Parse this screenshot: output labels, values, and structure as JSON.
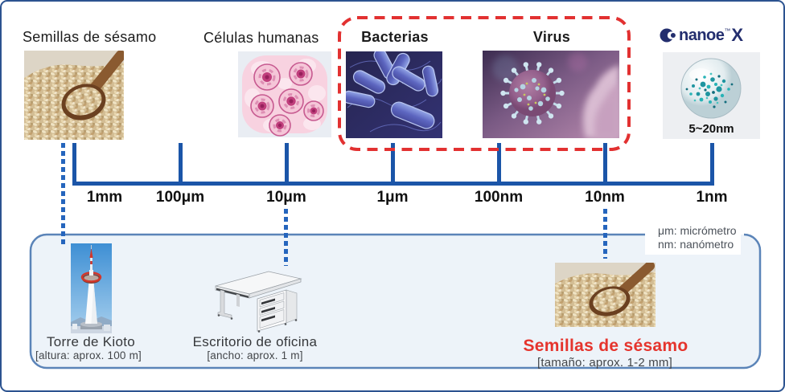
{
  "colors": {
    "frame_border": "#2c5390",
    "axis_blue": "#1b55a8",
    "connector_blue": "#2565bd",
    "highlight_red": "#e23131",
    "panel_fill": "#edf3f9",
    "panel_border": "#5b84b8",
    "sesame_red_text": "#e5342d",
    "nanoe_navy": "#232e6e"
  },
  "top_row": {
    "sesame_label": "Semillas de sésamo",
    "cells_label": "Células humanas",
    "bacteria_label": "Bacterias",
    "virus_label": "Virus"
  },
  "nanoe": {
    "brand": "nanoe",
    "tm": "™",
    "x": "X",
    "size_label": "5~20nm"
  },
  "scale": {
    "tick_labels": [
      "1mm",
      "100μm",
      "10μm",
      "1μm",
      "100nm",
      "10nm",
      "1nm"
    ]
  },
  "legend": {
    "line1": "μm: micrómetro",
    "line2": "nm: nanómetro"
  },
  "panel": {
    "tower_title": "Torre de Kioto",
    "tower_sub": "[altura: aprox. 100 m]",
    "desk_title": "Escritorio de oficina",
    "desk_sub": "[ancho: aprox. 1 m]",
    "sesame_title": "Semillas de sésamo",
    "sesame_sub": "[tamaño: aprox. 1-2 mm]"
  }
}
